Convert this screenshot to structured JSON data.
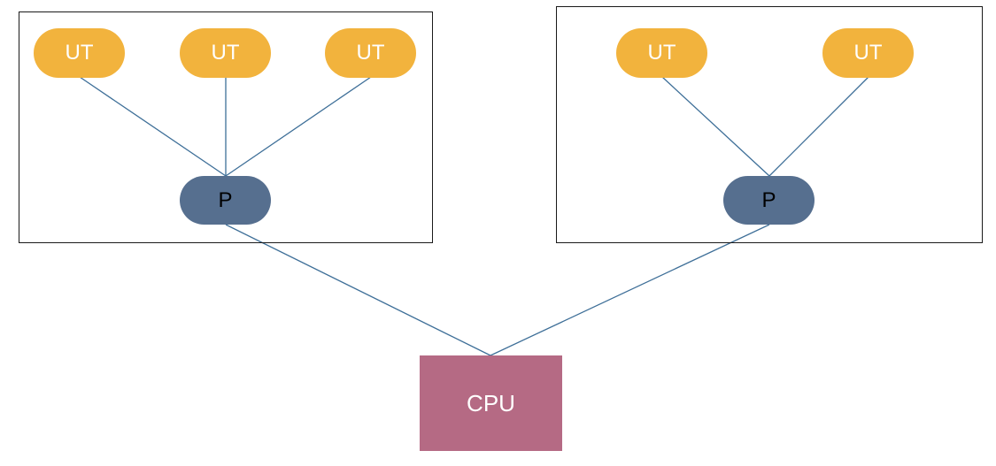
{
  "diagram": {
    "left_process": {
      "threads": [
        "UT",
        "UT",
        "UT"
      ],
      "process_label": "P"
    },
    "right_process": {
      "threads": [
        "UT",
        "UT"
      ],
      "process_label": "P"
    },
    "cpu_label": "CPU",
    "colors": {
      "user_thread": "#f2b33d",
      "process": "#566f8f",
      "cpu": "#b56a84",
      "connector": "#3e6f98"
    }
  }
}
